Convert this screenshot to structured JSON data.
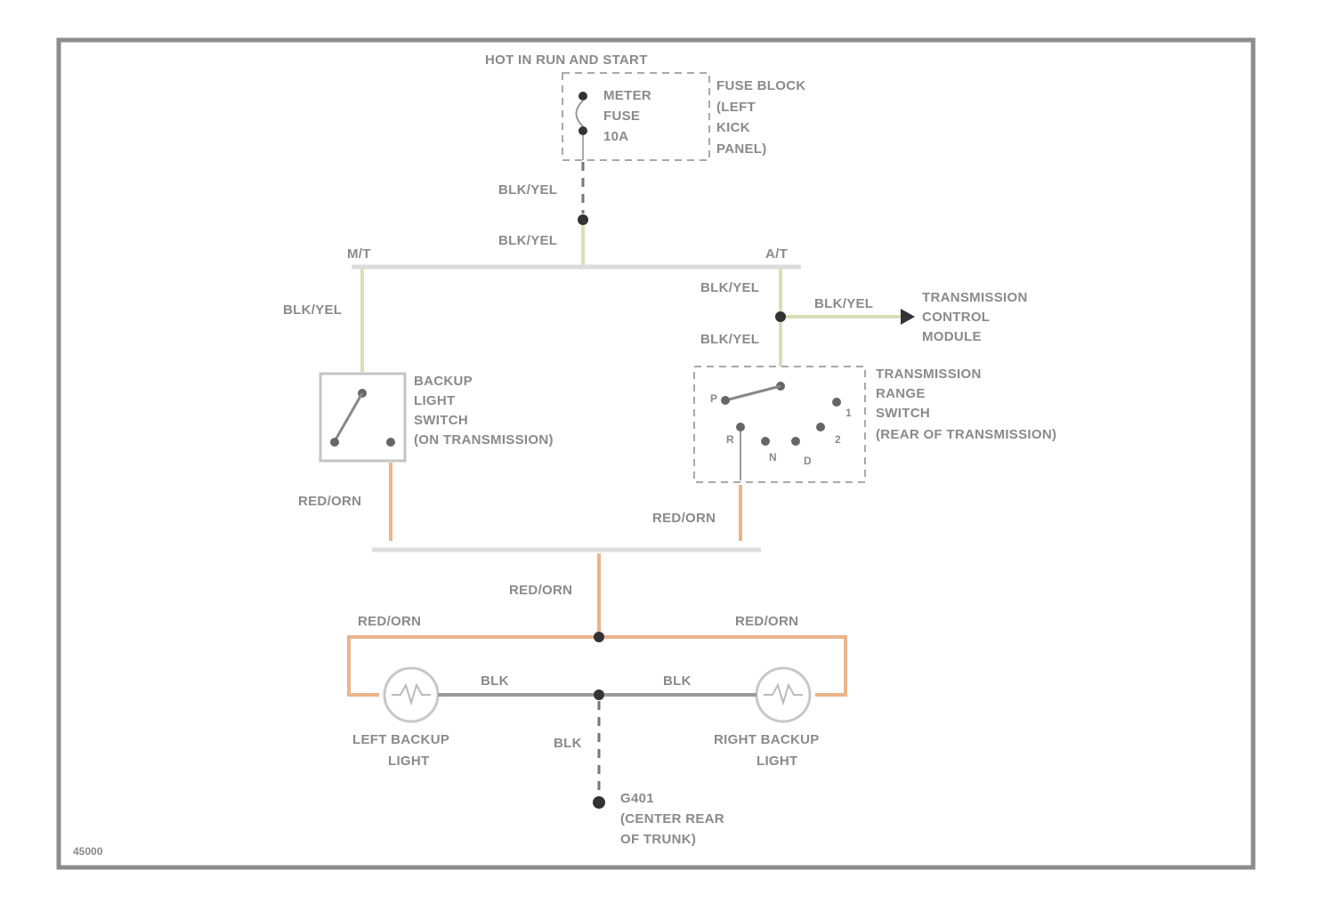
{
  "figure_id": "45000",
  "power_source": {
    "label": "HOT IN RUN AND START"
  },
  "fuse": {
    "lines": [
      "METER",
      "FUSE",
      "10A"
    ]
  },
  "fuse_block": {
    "lines": [
      "FUSE BLOCK",
      "(LEFT",
      "KICK",
      "PANEL)"
    ]
  },
  "wires": {
    "w_fuse_out": "BLK/YEL",
    "w_splice_out": "BLK/YEL",
    "w_mt": "BLK/YEL",
    "w_at_top": "BLK/YEL",
    "w_tcm": "BLK/YEL",
    "w_at_bottom": "BLK/YEL",
    "w_mt_out": "RED/ORN",
    "w_at_out": "RED/ORN",
    "w_common": "RED/ORN",
    "w_left_lamp": "RED/ORN",
    "w_right_lamp": "RED/ORN",
    "w_left_gnd": "BLK",
    "w_right_gnd": "BLK",
    "w_ground": "BLK"
  },
  "branches": {
    "manual": "M/T",
    "automatic": "A/T"
  },
  "tcm": {
    "lines": [
      "TRANSMISSION",
      "CONTROL",
      "MODULE"
    ]
  },
  "backup_switch": {
    "lines": [
      "BACKUP",
      "LIGHT",
      "SWITCH",
      "(ON TRANSMISSION)"
    ]
  },
  "range_switch": {
    "lines": [
      "TRANSMISSION",
      "RANGE",
      "SWITCH",
      "(REAR OF TRANSMISSION)"
    ],
    "positions": [
      "P",
      "R",
      "N",
      "D",
      "2",
      "1"
    ]
  },
  "lamps": {
    "left": {
      "lines": [
        "LEFT BACKUP",
        "LIGHT"
      ]
    },
    "right": {
      "lines": [
        "RIGHT BACKUP",
        "LIGHT"
      ]
    }
  },
  "ground": {
    "lines": [
      "G401",
      "(CENTER REAR",
      "OF TRUNK)"
    ]
  },
  "colors": {
    "blk_yel": "#d9dfb6",
    "red_orn": "#ecb48a",
    "blk": "#9a9a9a",
    "frame": "#8c8c8c"
  }
}
